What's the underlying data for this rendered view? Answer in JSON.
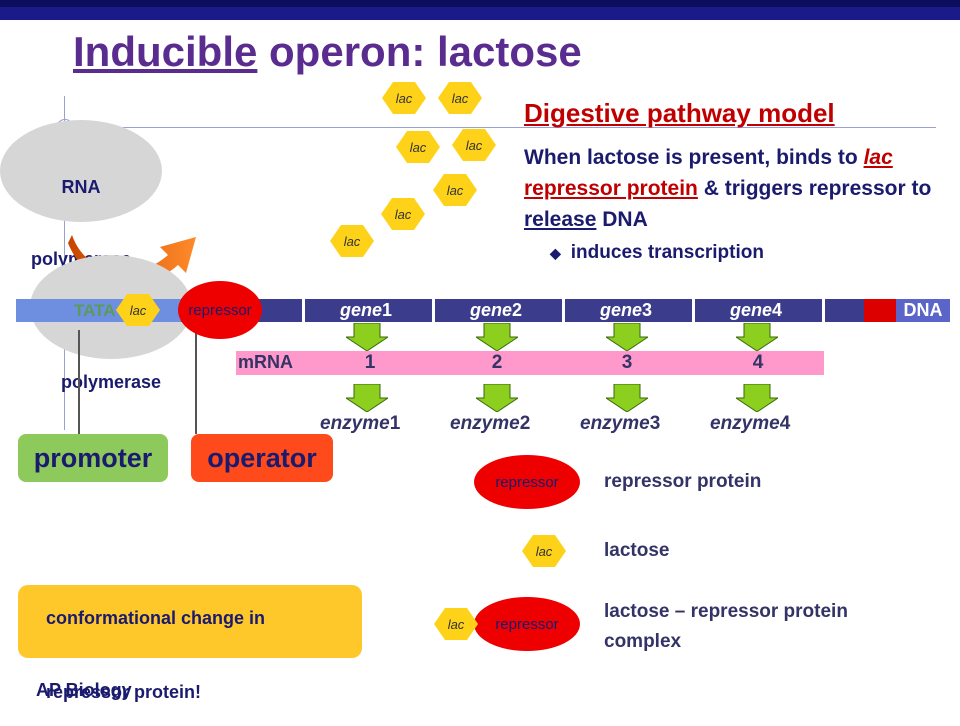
{
  "title": {
    "part1": "Inducible",
    "part2": " operon: lactose"
  },
  "rna_polymerase": {
    "label_line1": "RNA",
    "label_line2": "polymerase"
  },
  "rna_polymerase_bound": {
    "label_line1": "RNA",
    "label_line2": "polymerase"
  },
  "lac_label": "lac",
  "panel": {
    "heading": "Digestive pathway model",
    "body_1": "When lactose is present, binds to ",
    "body_lac": "lac",
    "body_link": " repressor protein",
    "body_2": " & triggers repressor to ",
    "body_release": "release",
    "body_3": " DNA",
    "bullet": "induces transcription"
  },
  "dna": {
    "tata": "TATA",
    "label": "DNA",
    "genes": [
      {
        "name": "gene",
        "num": "1"
      },
      {
        "name": "gene",
        "num": "2"
      },
      {
        "name": "gene",
        "num": "3"
      },
      {
        "name": "gene",
        "num": "4"
      }
    ]
  },
  "mrna": {
    "label": "mRNA",
    "numbers": [
      "1",
      "2",
      "3",
      "4"
    ]
  },
  "enzymes": [
    {
      "name": "enzyme",
      "num": "1"
    },
    {
      "name": "enzyme",
      "num": "2"
    },
    {
      "name": "enzyme",
      "num": "3"
    },
    {
      "name": "enzyme",
      "num": "4"
    }
  ],
  "repressor_label": "repressor",
  "labels": {
    "promoter": "promoter",
    "operator": "operator"
  },
  "legend": {
    "repressor_protein": "repressor protein",
    "lactose": "lactose",
    "complex_line1": "lactose – repressor protein",
    "complex_line2": "complex"
  },
  "note": {
    "line1": "conformational change in",
    "line2": "repressor protein!"
  },
  "footer": "AP Biology",
  "colors": {
    "title": "#5b2c8f",
    "accent_red": "#c00000",
    "lactose": "#ffd21a",
    "repressor": "#ee0000",
    "promoter": "#8ec95c",
    "operator": "#ff4a1c",
    "mrna": "#ff99cc",
    "dna": "#3c3c8c"
  }
}
